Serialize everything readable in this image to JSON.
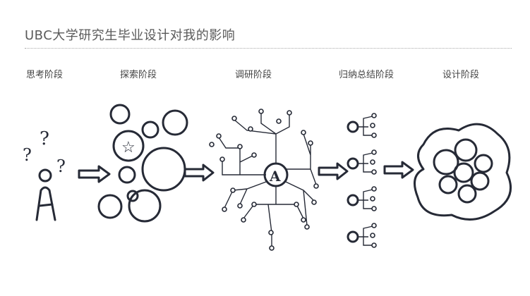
{
  "title": "UBC大学研究生毕业设计对我的影响",
  "stages": [
    {
      "label": "思考阶段"
    },
    {
      "label": "探索阶段"
    },
    {
      "label": "调研阶段"
    },
    {
      "label": "归纳总结阶段"
    },
    {
      "label": "设计阶段"
    }
  ]
}
